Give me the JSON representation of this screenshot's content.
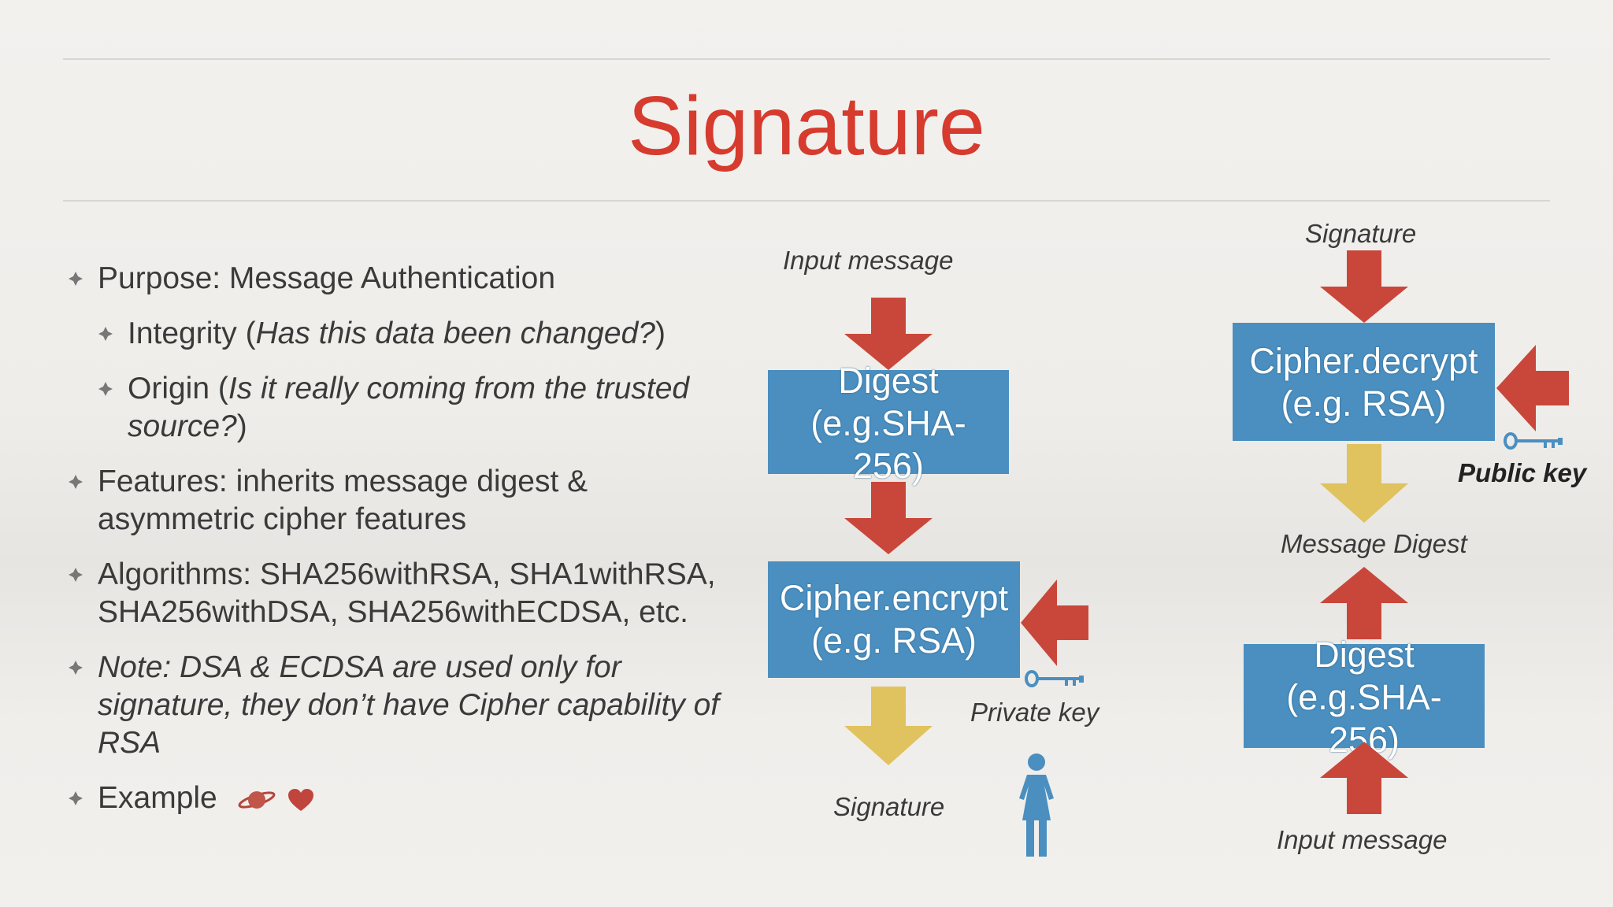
{
  "slide": {
    "title": "Signature"
  },
  "bullets": {
    "purpose": "Purpose: Message Authentication",
    "integrity_plain": "Integrity (",
    "integrity_italic": "Has this data been changed?",
    "integrity_close": ")",
    "origin_plain": "Origin (",
    "origin_italic": "Is it really coming from the trusted source?",
    "origin_close": ")",
    "features": "Features: inherits message digest & asymmetric cipher features",
    "algorithms": "Algorithms: SHA256withRSA, SHA1withRSA, SHA256withDSA, SHA256withECDSA, etc.",
    "note": "Note: DSA & ECDSA are used only for signature, they don’t have Cipher capability of RSA",
    "example": "Example"
  },
  "sign_flow": {
    "input_label": "Input message",
    "digest_box": "Digest (e.g.SHA-256)",
    "cipher_box_line1": "Cipher.encrypt",
    "cipher_box_line2": "(e.g. RSA)",
    "key_label": "Private key",
    "output_label": "Signature"
  },
  "verify_flow": {
    "input_label": "Signature",
    "cipher_box_line1": "Cipher.decrypt",
    "cipher_box_line2": "(e.g. RSA)",
    "key_label": "Public key",
    "digest_label": "Message Digest",
    "digest_box": "Digest (e.g.SHA-256)",
    "message_label": "Input message"
  },
  "colors": {
    "title": "#d63b2e",
    "box": "#4a8fc0",
    "arrow_red": "#c9473a",
    "arrow_yellow": "#e0c25e",
    "key": "#4a8fc0"
  },
  "icons": {
    "bullet": "diamond-bullet-icon",
    "planet": "planet-icon",
    "heart": "heart-icon",
    "key": "key-icon",
    "person": "woman-person-icon"
  }
}
